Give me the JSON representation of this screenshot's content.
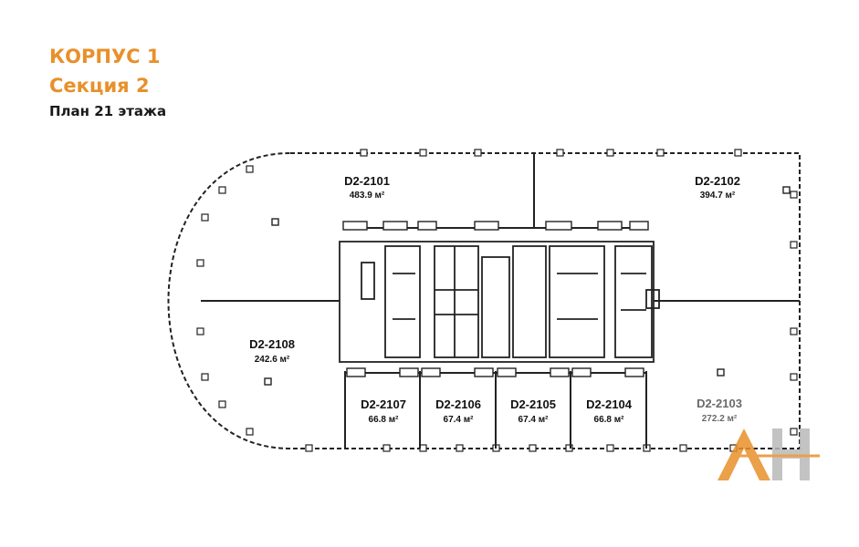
{
  "header": {
    "building": "КОРПУС 1",
    "section": "Секция 2",
    "floor_plan": "План 21 этажа"
  },
  "colors": {
    "accent": "#e8902a",
    "ink": "#1a1a1a",
    "muted": "#6a6a6a",
    "watermark": "#b9b9b9"
  },
  "units": [
    {
      "code": "D2-2101",
      "area": "483.9 м²"
    },
    {
      "code": "D2-2102",
      "area": "394.7 м²"
    },
    {
      "code": "D2-2103",
      "area": "272.2 м²"
    },
    {
      "code": "D2-2104",
      "area": "66.8 м²"
    },
    {
      "code": "D2-2105",
      "area": "67.4 м²"
    },
    {
      "code": "D2-2106",
      "area": "67.4 м²"
    },
    {
      "code": "D2-2107",
      "area": "66.8 м²"
    },
    {
      "code": "D2-2108",
      "area": "242.6 м²"
    }
  ]
}
